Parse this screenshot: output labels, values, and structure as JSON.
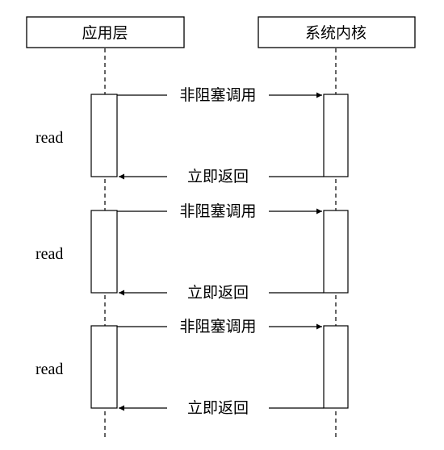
{
  "participants": {
    "left": "应用层",
    "right": "系统内核"
  },
  "rounds": [
    {
      "label": "read",
      "call": "非阻塞调用",
      "reply": "立即返回"
    },
    {
      "label": "read",
      "call": "非阻塞调用",
      "reply": "立即返回"
    },
    {
      "label": "read",
      "call": "非阻塞调用",
      "reply": "立即返回"
    }
  ]
}
